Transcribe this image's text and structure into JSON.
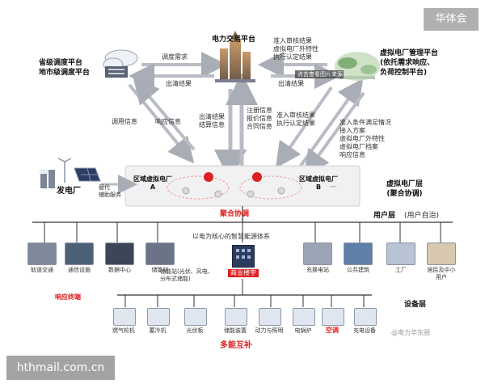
{
  "top_platforms": {
    "left": "省级调度平台\n地市级调度平台",
    "center": "电力交易平台",
    "right": "虚拟电厂管理平台\n(依托需求响应、\n负荷控制平台)"
  },
  "top_flows": {
    "left_to_center": "调度需求",
    "center_to_left": "出清结果",
    "right_to_center": "准入审核结果\n虚拟电厂外特性\n执行认定结果",
    "center_to_right": "出清结果",
    "image_caption": "点击查看图片来源"
  },
  "vertical_flows": {
    "left_a": "调用信息",
    "left_b": "响应信息",
    "center_a": "出清结果\n结算信息",
    "center_b": "注册信息\n报价信息\n合同信息",
    "center_c": "准入审核结果\n执行认定结果",
    "right_a": "准入条件满足情况\n接入方案\n虚拟电厂外特性\n虚拟电厂档案\n响应信息"
  },
  "vpp_layer": {
    "generator": "发电厂",
    "aux_service": "替代\n辅助服务",
    "vpp_a": "区域虚拟电厂\nA",
    "vpp_b": "区域虚拟电厂\nB",
    "dash": "一",
    "layer_title": "虚拟电厂层\n(聚合协调)",
    "aggregation": "聚合协调"
  },
  "user_layer": {
    "title": "用户层",
    "subtitle": "(用户自治)",
    "center_system": "以电为核心的智慧能源体系",
    "commercial": "商业楼宇",
    "storage_note": "储能站(光伏、风电、\n分布式储能)",
    "items": [
      {
        "icon": "rail-icon",
        "label": "轨道交通"
      },
      {
        "icon": "telecom-icon",
        "label": "通信设施"
      },
      {
        "icon": "datacenter-icon",
        "label": "数据中心"
      },
      {
        "icon": "storage-icon",
        "label": "储能站"
      },
      {
        "icon": "charging-icon",
        "label": "充换电站"
      },
      {
        "icon": "public-building-icon",
        "label": "公共建筑"
      },
      {
        "icon": "factory-icon",
        "label": "工厂"
      },
      {
        "icon": "residential-icon",
        "label": "居民及中小\n用户"
      }
    ]
  },
  "device_layer": {
    "title": "设备层",
    "response_terminal": "响应终端",
    "multi_energy": "多能互补",
    "watermark": "@电力华东圈",
    "items": [
      {
        "icon": "gas-turbine-icon",
        "label": "燃气轮机"
      },
      {
        "icon": "cold-storage-icon",
        "label": "蓄冷机"
      },
      {
        "icon": "pv-panel-icon",
        "label": "光伏板"
      },
      {
        "icon": "energy-storage-icon",
        "label": "储能装置"
      },
      {
        "icon": "power-lighting-icon",
        "label": "动力与照明"
      },
      {
        "icon": "electric-boiler-icon",
        "label": "电锅炉"
      },
      {
        "icon": "air-conditioner-icon",
        "label": "空调"
      },
      {
        "icon": "charger-icon",
        "label": "充电设备"
      }
    ]
  },
  "watermarks": {
    "top_right": "华体会",
    "bottom_left": "hthmail.com.cn"
  },
  "colors": {
    "arrow": "#b9bcc4",
    "red": "#e02020",
    "line": "#333333",
    "vpp_box": "#f1f1f1"
  }
}
